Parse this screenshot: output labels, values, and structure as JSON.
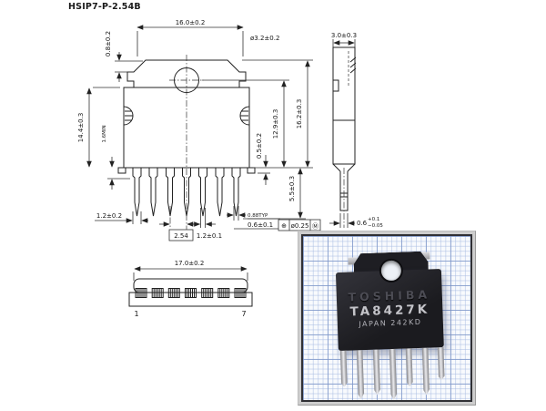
{
  "title": "HSIP7-P-2.54B",
  "front_view": {
    "dim_top_width": "16.0±0.2",
    "dim_hole": "ø3.2±0.2",
    "dim_flange_step": "0.8±0.2",
    "dim_body_height": "14.4±0.3",
    "dim_lead_root": "1.6MIN",
    "dim_hole_to_base": "12.9±0.3",
    "dim_overall_height": "16.2±0.3",
    "dim_standoff": "0.5±0.2",
    "dim_lead_length": "5.5±0.3",
    "dim_lead_thickness": "0.88TYP",
    "dim_lead_width": "0.6±0.1",
    "dim_lead1_width": "1.2±0.2",
    "dim_pitch": "2.54",
    "dim_pitch_tol": "1.2±0.1",
    "tolerance_frame": {
      "symbol": "⊕",
      "value": "ø0.25",
      "modifier": "Ⓜ"
    }
  },
  "side_view": {
    "dim_width": "3.0±0.3",
    "dim_lead_thickness": "0.6",
    "dim_lead_plus": "+0.1",
    "dim_lead_minus": "−0.05"
  },
  "bottom_view": {
    "dim_width": "17.0±0.2",
    "pin_first": "1",
    "pin_last": "7"
  },
  "photo": {
    "brand": "TOSHIBA",
    "part_number": "TA8427K",
    "marking_line3": "JAPAN 242KD"
  }
}
